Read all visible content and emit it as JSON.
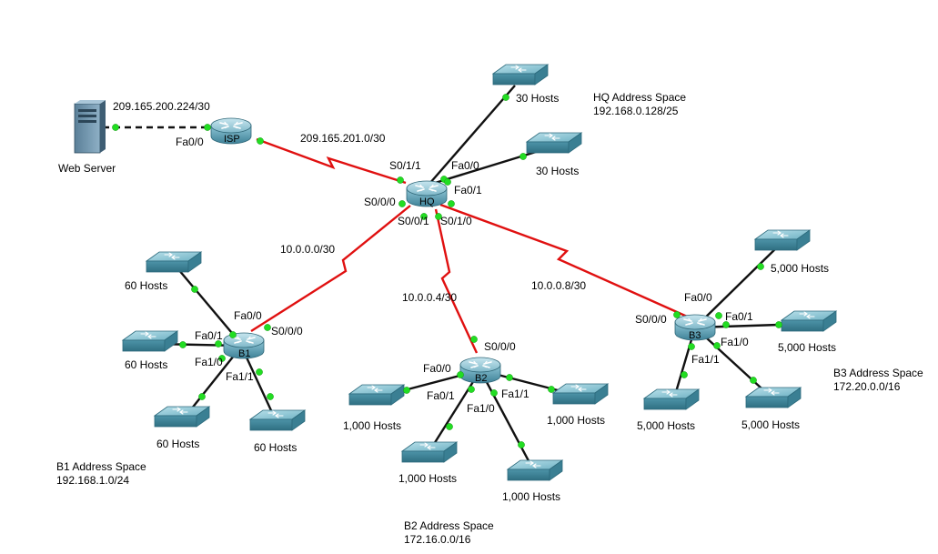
{
  "colors": {
    "background": "#ffffff",
    "serial_link": "#e01010",
    "ethernet_link": "#111111",
    "port_dot": "#22dd22",
    "router_body": "#5fa3b8",
    "switch_body": "#6aaec0"
  },
  "devices": {
    "isp": "ISP",
    "hq": "HQ",
    "b1": "B1",
    "b2": "B2",
    "b3": "B3",
    "web_server": "Web Server"
  },
  "networks": {
    "isp_server": "209.165.200.224/30",
    "isp_hq": "209.165.201.0/30",
    "hq_b1": "10.0.0.0/30",
    "hq_b2": "10.0.0.4/30",
    "hq_b3": "10.0.0.8/30"
  },
  "interfaces": {
    "isp_fa00": "Fa0/0",
    "hq_s011": "S0/1/1",
    "hq_fa00": "Fa0/0",
    "hq_fa01": "Fa0/1",
    "hq_s000": "S0/0/0",
    "hq_s001": "S0/0/1",
    "hq_s010": "S0/1/0",
    "b1_fa00": "Fa0/0",
    "b1_s000": "S0/0/0",
    "b1_fa01": "Fa0/1",
    "b1_fa10": "Fa1/0",
    "b1_fa11": "Fa1/1",
    "b2_s000": "S0/0/0",
    "b2_fa00": "Fa0/0",
    "b2_fa01": "Fa0/1",
    "b2_fa10": "Fa1/0",
    "b2_fa11": "Fa1/1",
    "b3_fa00": "Fa0/0",
    "b3_s000": "S0/0/0",
    "b3_fa01": "Fa0/1",
    "b3_fa10": "Fa1/0",
    "b3_fa11": "Fa1/1"
  },
  "hosts": {
    "hq_1": "30 Hosts",
    "hq_2": "30 Hosts",
    "b1_1": "60 Hosts",
    "b1_2": "60 Hosts",
    "b1_3": "60 Hosts",
    "b1_4": "60 Hosts",
    "b2_1": "1,000 Hosts",
    "b2_2": "1,000 Hosts",
    "b2_3": "1,000 Hosts",
    "b2_4": "1,000 Hosts",
    "b3_1": "5,000 Hosts",
    "b3_2": "5,000 Hosts",
    "b3_3": "5,000 Hosts",
    "b3_4": "5,000 Hosts"
  },
  "address_spaces": {
    "hq_title": "HQ Address Space",
    "hq_value": "192.168.0.128/25",
    "b1_title": "B1 Address Space",
    "b1_value": "192.168.1.0/24",
    "b2_title": "B2 Address Space",
    "b2_value": "172.16.0.0/16",
    "b3_title": "B3 Address Space",
    "b3_value": "172.20.0.0/16"
  }
}
